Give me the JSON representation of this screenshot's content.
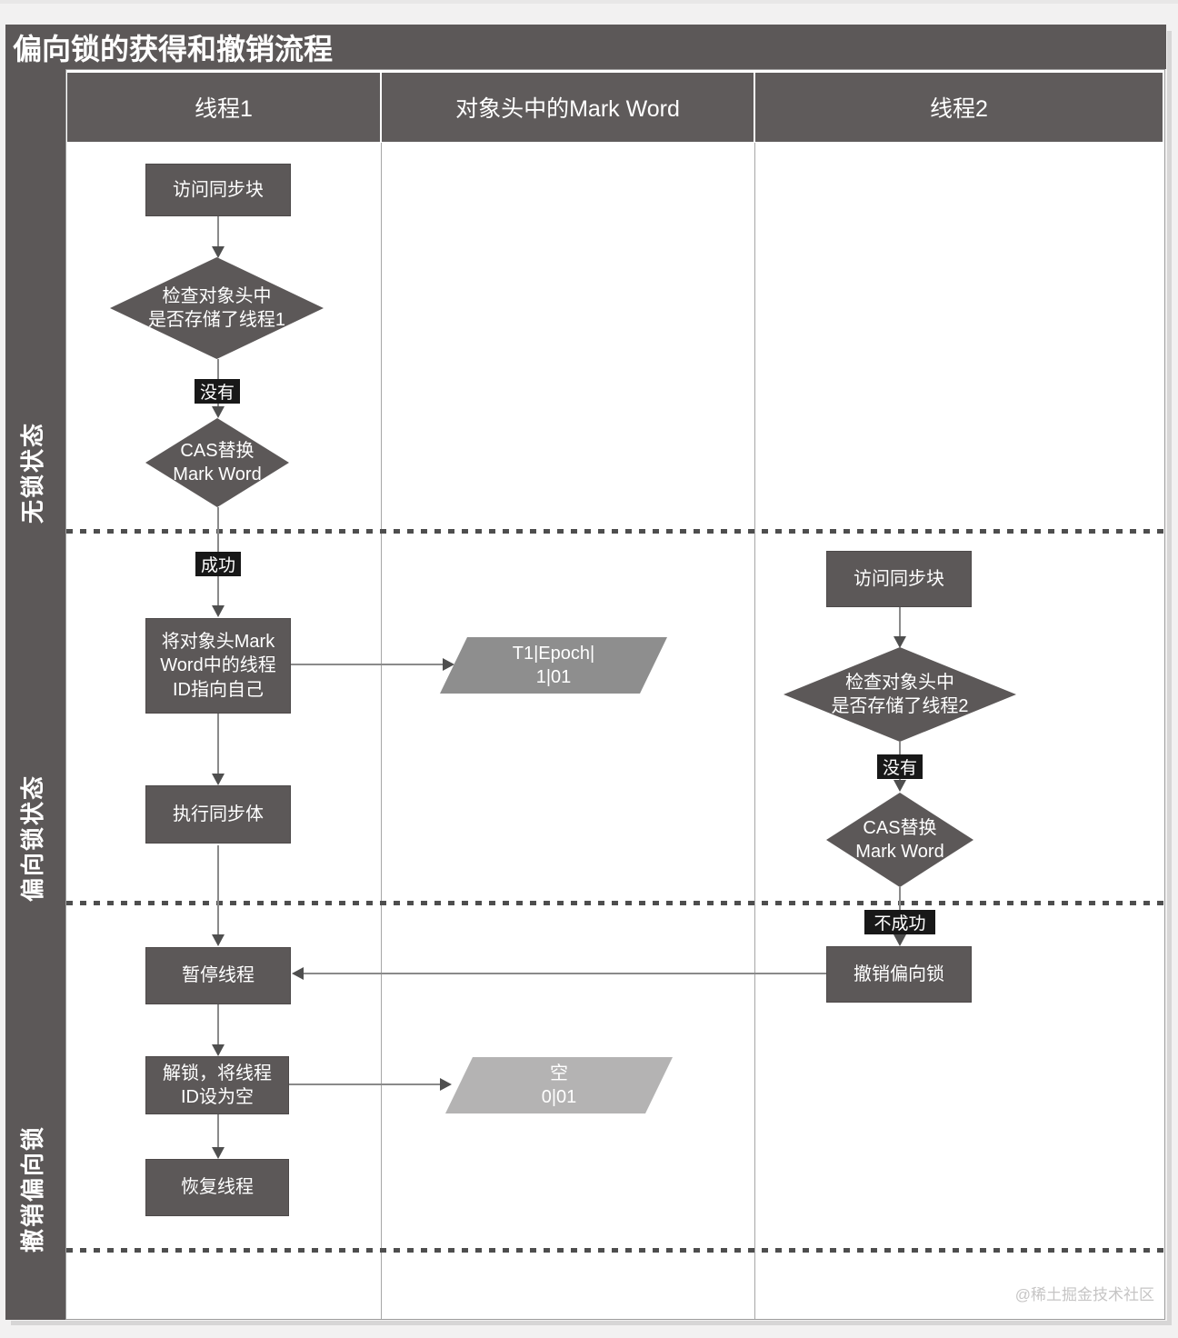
{
  "title": "偏向锁的获得和撤销流程",
  "columns": [
    "线程1",
    "对象头中的Mark Word",
    "线程2"
  ],
  "lanes": [
    "无锁状态",
    "偏向锁状态",
    "撤销偏向锁"
  ],
  "thread1": {
    "access_sync_block": "访问同步块",
    "check_header": "检查对象头中\n是否存储了线程1",
    "label_no": "没有",
    "cas_replace": "CAS替换\nMark Word",
    "label_success": "成功",
    "set_thread_id": "将对象头Mark\nWord中的线程\nID指向自己",
    "execute_sync_body": "执行同步体",
    "pause_thread": "暂停线程",
    "unlock_clear_thread_id": "解锁，将线程\nID设为空",
    "resume_thread": "恢复线程"
  },
  "mark_word": {
    "biased_value": "T1|Epoch|\n1|01",
    "empty_value": "空\n0|01"
  },
  "thread2": {
    "access_sync_block": "访问同步块",
    "check_header": "检查对象头中\n是否存储了线程2",
    "label_no": "没有",
    "cas_replace": "CAS替换\nMark Word",
    "label_fail": "不成功",
    "revoke_biased_lock": "撤销偏向锁"
  },
  "watermark": "@稀土掘金技术社区",
  "colors": {
    "node_fill": "#5c5858",
    "badge_bg": "#181818",
    "mark_word_biased_fill": "#8e8e8e",
    "mark_word_empty_fill": "#b4b3b3",
    "canvas_bg": "#ffffff"
  }
}
